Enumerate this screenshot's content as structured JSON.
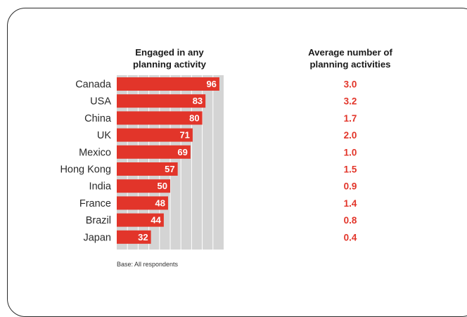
{
  "chart_data": {
    "type": "bar",
    "orientation": "horizontal",
    "title": "Engaged in any planning activity",
    "title_lines": [
      "Engaged in any",
      "planning activity"
    ],
    "categories": [
      "Canada",
      "USA",
      "China",
      "UK",
      "Mexico",
      "Hong Kong",
      "India",
      "France",
      "Brazil",
      "Japan"
    ],
    "values": [
      96,
      83,
      80,
      71,
      69,
      57,
      50,
      48,
      44,
      32
    ],
    "xlim": [
      0,
      100
    ],
    "grid": true,
    "secondary": {
      "title": "Average number of planning activities",
      "title_lines": [
        "Average number of",
        "planning activities"
      ],
      "labels": [
        "3.0",
        "3.2",
        "1.7",
        "2.0",
        "1.0",
        "1.5",
        "0.9",
        "1.4",
        "0.8",
        "0.4"
      ]
    },
    "footnote": "Base: All respondents"
  },
  "colors": {
    "bar": "#e2352a",
    "grid_band": "#d4d4d4",
    "grid_line": "#ffffff",
    "avg_text": "#e2352a",
    "frame": "#2a2a2a"
  }
}
